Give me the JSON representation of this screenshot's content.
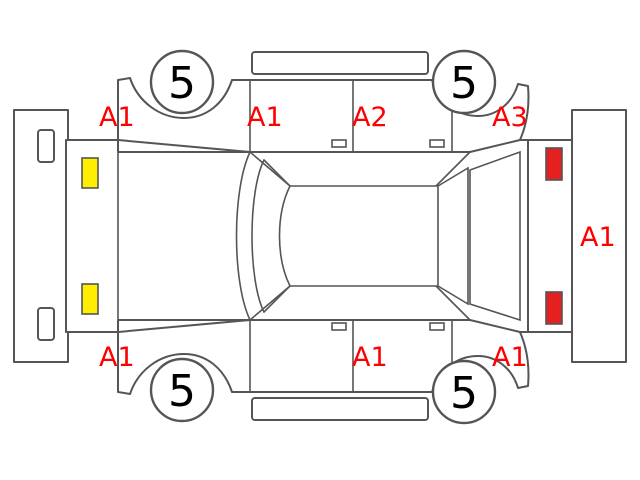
{
  "colors": {
    "outline": "#555555",
    "damage_code": "#ff0000",
    "front_lamp": "#ffee00",
    "rear_lamp": "#e52020"
  },
  "tires": {
    "front_left": "5",
    "rear_left": "5",
    "front_right": "5",
    "rear_right": "5"
  },
  "codes": {
    "front_fender_top": "A1",
    "front_door_top": "A1",
    "rear_door_top": "A2",
    "rear_quarter_top": "A3",
    "back_door": "A1",
    "front_fender_bottom": "A1",
    "rear_door_bottom": "A1",
    "rear_quarter_bottom": "A1"
  }
}
